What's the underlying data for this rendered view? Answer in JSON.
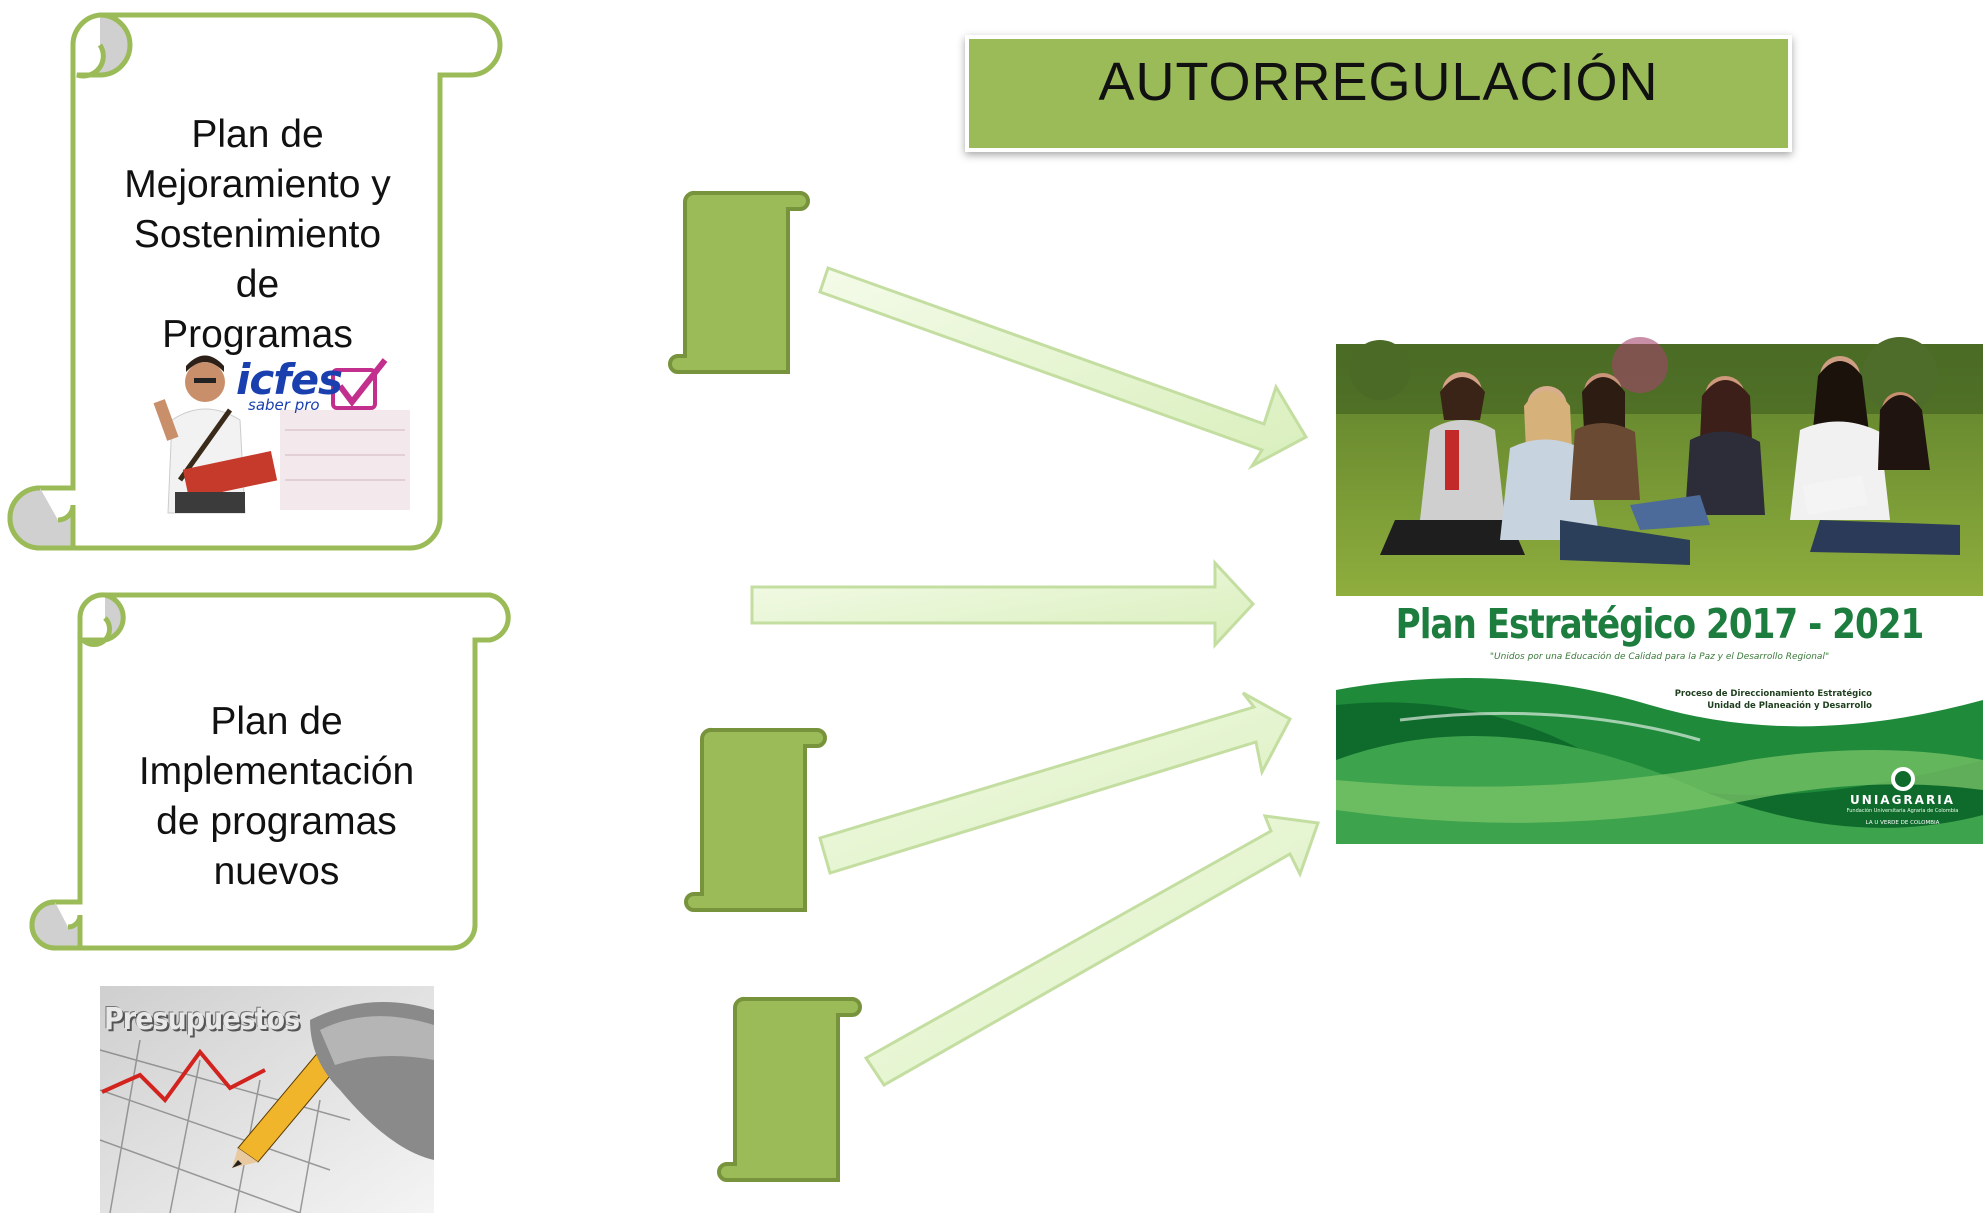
{
  "title": "AUTORREGULACIÓN",
  "scroll_top": {
    "lines": [
      "Plan de",
      "Mejoramiento y",
      "Sostenimiento",
      "de",
      "Programas"
    ]
  },
  "scroll_bottom": {
    "lines": [
      "Plan de",
      "Implementación",
      "de programas",
      "nuevos"
    ]
  },
  "icfes_image": {
    "logo": "icfes",
    "sub": "saber pro"
  },
  "budget_image": {
    "title": "Presupuestos"
  },
  "strategic_plan_cover": {
    "title": "Plan Estratégico 2017 - 2021",
    "tagline": "\"Unidos por una Educación de Calidad para la Paz y el Desarrollo Regional\"",
    "process_lines": [
      "Proceso de Direccionamiento Estratégico",
      "Unidad de Planeación y Desarrollo"
    ],
    "brand": "UNIAGRARIA",
    "brand_sub": "Fundación Universitaria Agraria de Colombia",
    "slogan": "LA U VERDE DE COLOMBIA"
  },
  "colors": {
    "scroll_outline": "#9bbb59",
    "scroll_fill": "#ffffff",
    "small_scroll_fill": "#9bbb59",
    "small_scroll_outline": "#77933c",
    "arrow_fill": "#e6f5cf",
    "arrow_outline": "#c3dea0",
    "title_fill": "#9bbb59",
    "cover_green": "#1c7d3e"
  },
  "icons": {
    "scroll_shape": "scroll-icon",
    "arrow_shape": "block-arrow-icon"
  }
}
